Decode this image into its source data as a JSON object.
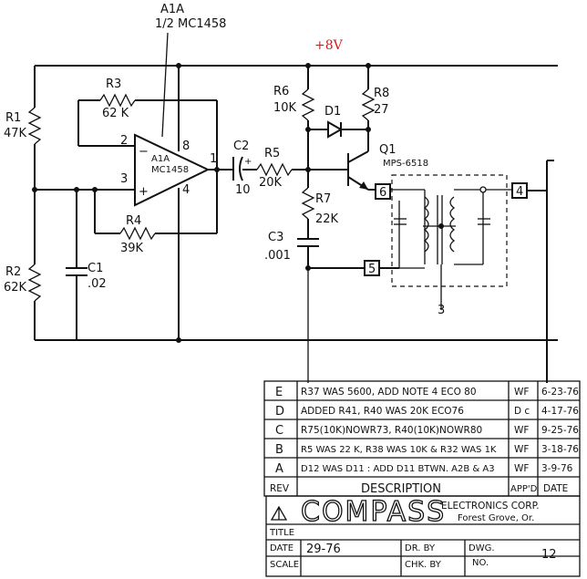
{
  "supply": "+8V",
  "ic": {
    "ref": "A1A",
    "part": "1/2 MC1458",
    "inner_ref": "A1A",
    "inner_part": "MC1458",
    "pin_inv": "2",
    "pin_noninv": "3",
    "pin_out": "1",
    "pin_vcc": "8",
    "pin_gnd": "4"
  },
  "components": {
    "r1": {
      "ref": "R1",
      "value": "47K"
    },
    "r2": {
      "ref": "R2",
      "value": "62K"
    },
    "r3": {
      "ref": "R3",
      "value": "62 K"
    },
    "r4": {
      "ref": "R4",
      "value": "39K"
    },
    "r5": {
      "ref": "R5",
      "value": "20K"
    },
    "r6": {
      "ref": "R6",
      "value": "10K"
    },
    "r7": {
      "ref": "R7",
      "value": "22K"
    },
    "r8": {
      "ref": "R8",
      "value": "27"
    },
    "c1": {
      "ref": "C1",
      "value": ".02"
    },
    "c2": {
      "ref": "C2",
      "value": "10"
    },
    "c3": {
      "ref": "C3",
      "value": ".001"
    },
    "d1": {
      "ref": "D1"
    },
    "q1": {
      "ref": "Q1",
      "part": "MPS-6518"
    }
  },
  "terminals": {
    "t6": "6",
    "t5": "5",
    "t4": "4",
    "t3": "3"
  },
  "revisions": [
    {
      "rev": "E",
      "desc": "R37 WAS 5600, ADD NOTE 4 ECO 80",
      "appd": "WF",
      "date": "6-23-76"
    },
    {
      "rev": "D",
      "desc": "ADDED  R41, R40 WAS 20K ECO76",
      "appd": "D c",
      "date": "4-17-76"
    },
    {
      "rev": "C",
      "desc": "R75(10K)NOWR73, R40(10K)NOWR80",
      "appd": "WF",
      "date": "9-25-76"
    },
    {
      "rev": "B",
      "desc": "R5 WAS 22 K, R38 WAS 10K & R32 WAS 1K",
      "appd": "WF",
      "date": "3-18-76"
    },
    {
      "rev": "A",
      "desc": "D12 WAS D11 : ADD D11 BTWN. A2B & A3",
      "appd": "WF",
      "date": "3-9-76"
    }
  ],
  "title_block": {
    "col_rev": "REV",
    "col_desc": "DESCRIPTION",
    "col_appd": "APP'D",
    "col_date": "DATE",
    "company": "COMPASS",
    "company_suffix": "ELECTRONICS CORP.",
    "location": "Forest Grove, Or.",
    "title_label": "TITLE",
    "date_label": "DATE",
    "date_value": "29-76",
    "scale_label": "SCALE",
    "dr_label": "DR. BY",
    "chk_label": "CHK. BY",
    "dwg_label": "DWG.",
    "no_label": "NO.",
    "no_value": "12"
  }
}
